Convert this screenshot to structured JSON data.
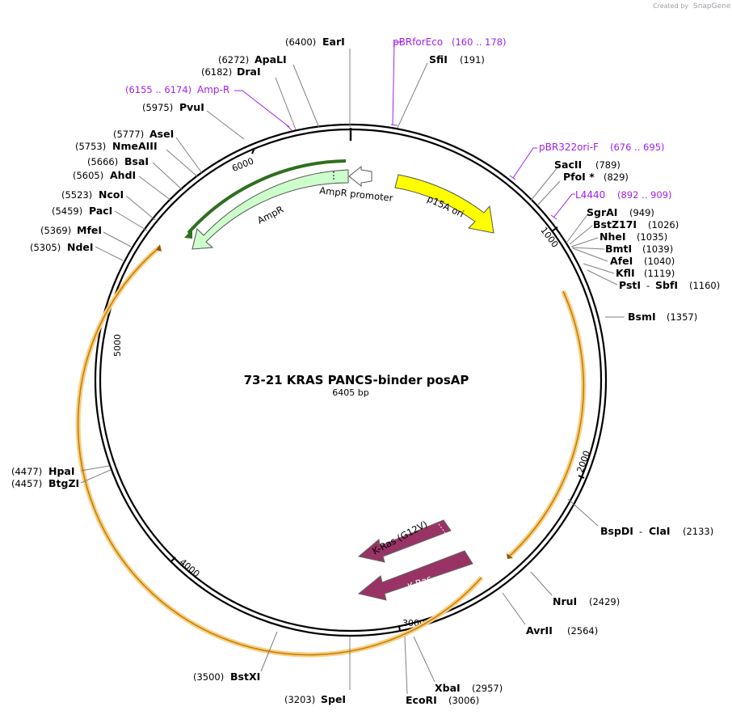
{
  "credit": {
    "prefix": "Created by",
    "brand": "SnapGene"
  },
  "plasmid": {
    "name": "73-21 KRAS PANCS-binder posAP",
    "length_label": "6405 bp"
  },
  "ticks": [
    "1000",
    "2000",
    "3000",
    "4000",
    "5000",
    "6000"
  ],
  "sites": {
    "EarI": {
      "name": "EarI",
      "pos": "(6400)"
    },
    "SfiI": {
      "name": "SfiI",
      "pos": "(191)"
    },
    "ApaLI": {
      "name": "ApaLI",
      "pos": "(6272)"
    },
    "DraI": {
      "name": "DraI",
      "pos": "(6182)"
    },
    "PvuI": {
      "name": "PvuI",
      "pos": "(5975)"
    },
    "AseI": {
      "name": "AseI",
      "pos": "(5777)"
    },
    "NmeAIII": {
      "name": "NmeAIII",
      "pos": "(5753)"
    },
    "BsaI": {
      "name": "BsaI",
      "pos": "(5666)"
    },
    "AhdI": {
      "name": "AhdI",
      "pos": "(5605)"
    },
    "NcoI": {
      "name": "NcoI",
      "pos": "(5523)"
    },
    "PacI": {
      "name": "PacI",
      "pos": "(5459)"
    },
    "MfeI": {
      "name": "MfeI",
      "pos": "(5369)"
    },
    "NdeI": {
      "name": "NdeI",
      "pos": "(5305)"
    },
    "SacII": {
      "name": "SacII",
      "pos": "(789)"
    },
    "PfoI": {
      "name": "PfoI *",
      "pos": "(829)"
    },
    "SgrAI": {
      "name": "SgrAI",
      "pos": "(949)"
    },
    "BstZ17I": {
      "name": "BstZ17I",
      "pos": "(1026)"
    },
    "NheI": {
      "name": "NheI",
      "pos": "(1035)"
    },
    "BmtI": {
      "name": "BmtI",
      "pos": "(1039)"
    },
    "AfeI": {
      "name": "AfeI",
      "pos": "(1040)"
    },
    "KflI": {
      "name": "KflI",
      "pos": "(1119)"
    },
    "PstI": {
      "name": "PstI",
      "sep": "-",
      "name2": "SbfI",
      "pos": "(1160)"
    },
    "BsmI": {
      "name": "BsmI",
      "pos": "(1357)"
    },
    "BspDI": {
      "name": "BspDI",
      "sep": "-",
      "name2": "ClaI",
      "pos": "(2133)"
    },
    "NruI": {
      "name": "NruI",
      "pos": "(2429)"
    },
    "AvrII": {
      "name": "AvrII",
      "pos": "(2564)"
    },
    "XbaI": {
      "name": "XbaI",
      "pos": "(2957)"
    },
    "EcoRI": {
      "name": "EcoRI",
      "pos": "(3006)"
    },
    "SpeI": {
      "name": "SpeI",
      "pos": "(3203)"
    },
    "BstXI": {
      "name": "BstXI",
      "pos": "(3500)"
    },
    "HpaI": {
      "name": "HpaI",
      "pos": "(4477)"
    },
    "BtgZI": {
      "name": "BtgZI",
      "pos": "(4457)"
    }
  },
  "primers": {
    "pBRforEco": {
      "name": "pBRforEco",
      "range": "(160 .. 178)"
    },
    "AmpR": {
      "name": "Amp-R",
      "range": "(6155 .. 6174)"
    },
    "pBR322ori": {
      "name": "pBR322ori-F",
      "range": "(676 .. 695)"
    },
    "L4440": {
      "name": "L4440",
      "range": "(892 .. 909)"
    }
  },
  "features": {
    "p15A": "p15A ori",
    "ampr_promoter": "AmpR promoter",
    "ampr": "AmpR",
    "kras_g12v": "K-Ras (G12V)",
    "kras": "K-Ras"
  },
  "colors": {
    "primer": "#a020f0",
    "p15A": "#ffff00",
    "ampr": "#ccffcc",
    "kras": "#993366",
    "orf": "#ffcc80"
  }
}
